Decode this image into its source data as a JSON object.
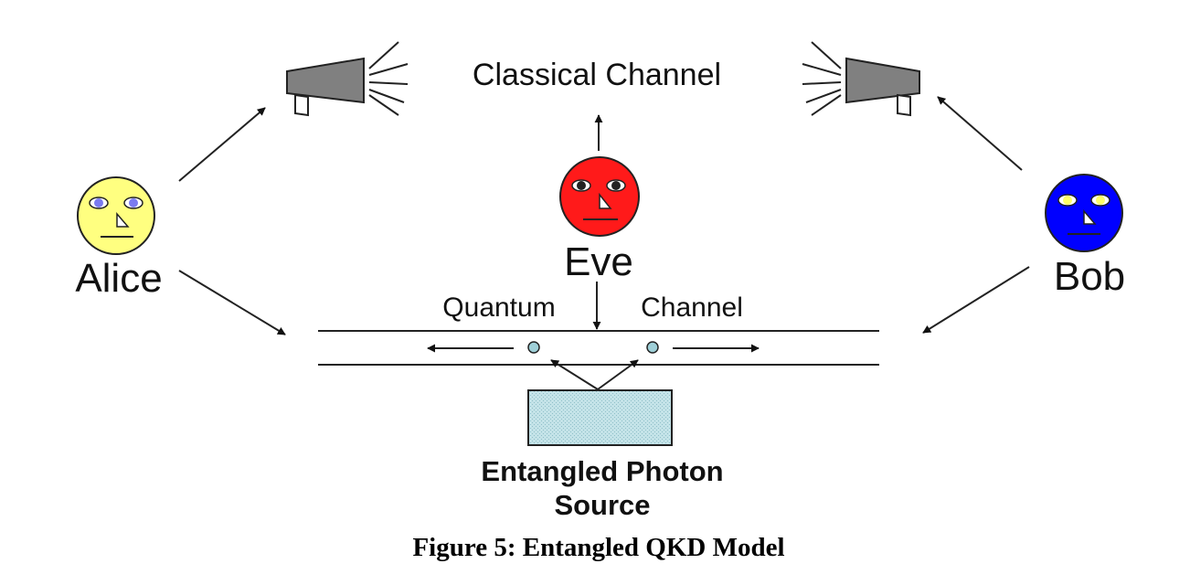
{
  "labels": {
    "classical_channel": "Classical Channel",
    "alice": "Alice",
    "eve": "Eve",
    "bob": "Bob",
    "quantum": "Quantum",
    "channel": "Channel",
    "source_line1": "Entangled Photon",
    "source_line2": "Source"
  },
  "caption": "Figure 5: Entangled QKD Model",
  "colors": {
    "alice_face": "#ffff80",
    "eve_face": "#ff1a1a",
    "bob_face": "#0000ff",
    "alice_eyes": "#7b7bf0",
    "bob_eyes": "#ffff66",
    "megaphone": "#808080",
    "photon": "#9fd0d8",
    "source_box": "#b8dde3"
  }
}
